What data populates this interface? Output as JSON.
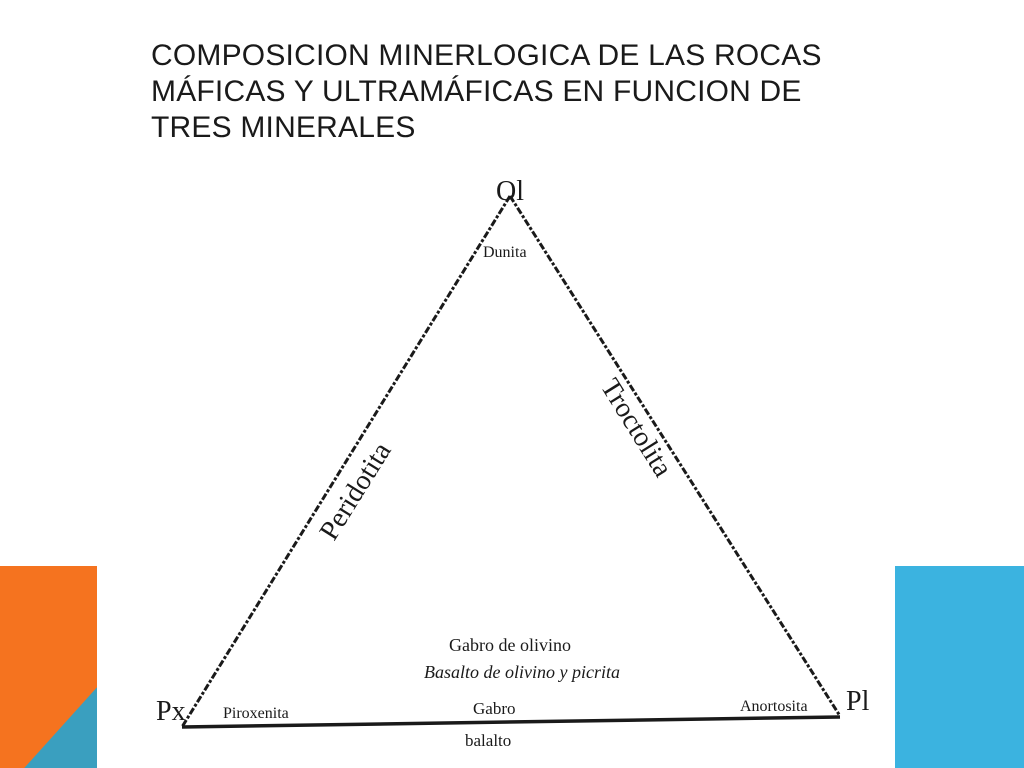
{
  "slide": {
    "title_lines": [
      "COMPOSICION MINERLOGICA DE LAS ROCAS",
      "MÁFICAS Y ULTRAMÁFICAS EN FUNCION DE",
      "TRES MINERALES"
    ]
  },
  "diagram": {
    "vertices": {
      "top": "Ol",
      "left": "Px",
      "right": "Pl"
    },
    "vertex_rocks": {
      "top": "Dunita",
      "left": "Piroxenita",
      "right": "Anortosita"
    },
    "edge_labels": {
      "left": "Peridotita",
      "right": "Troctolita"
    },
    "interior": {
      "line1": "Gabro de olivino",
      "line2": "Basalto de olivino y picrita"
    },
    "bottom": {
      "line1": "Gabro",
      "line2": "balalto"
    }
  },
  "colors": {
    "orange": "#f5731f",
    "blue": "#3bb3e0",
    "teal": "#3a9fbf",
    "ink": "#1a1a1a"
  }
}
